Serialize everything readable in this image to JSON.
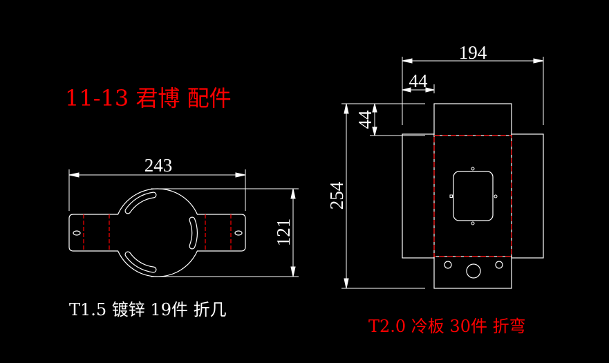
{
  "title": "11-13 君博 配件",
  "colors": {
    "background": "#000000",
    "line": "#ffffff",
    "accent": "#ff0000"
  },
  "part_left": {
    "caption": "T1.5 镀锌 19件 折几",
    "dim_width": "243",
    "dim_height": "121"
  },
  "part_right": {
    "caption": "T2.0 冷板 30件 折弯",
    "dim_width": "194",
    "dim_flap_width": "44",
    "dim_flap_height": "44",
    "dim_height": "254"
  }
}
